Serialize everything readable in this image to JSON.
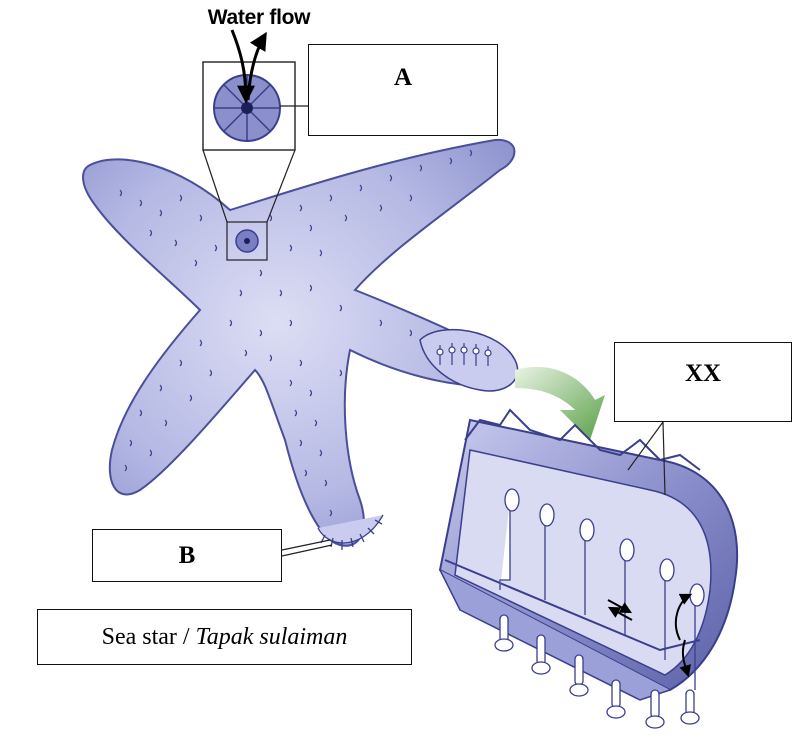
{
  "diagram": {
    "water_flow_label": "Water flow",
    "label_a": "A",
    "label_b": "B",
    "label_xx": "XX",
    "caption": {
      "common_name": "Sea star",
      "separator": " / ",
      "local_name": "Tapak sulaiman"
    },
    "colors": {
      "body_fill": "#a9aede",
      "body_light": "#d7d9f2",
      "outline": "#3a3f8c",
      "madreporite": "#7a7fc4",
      "arrow_green": "#6bab5a",
      "tube_feet": "#ffffff"
    }
  }
}
